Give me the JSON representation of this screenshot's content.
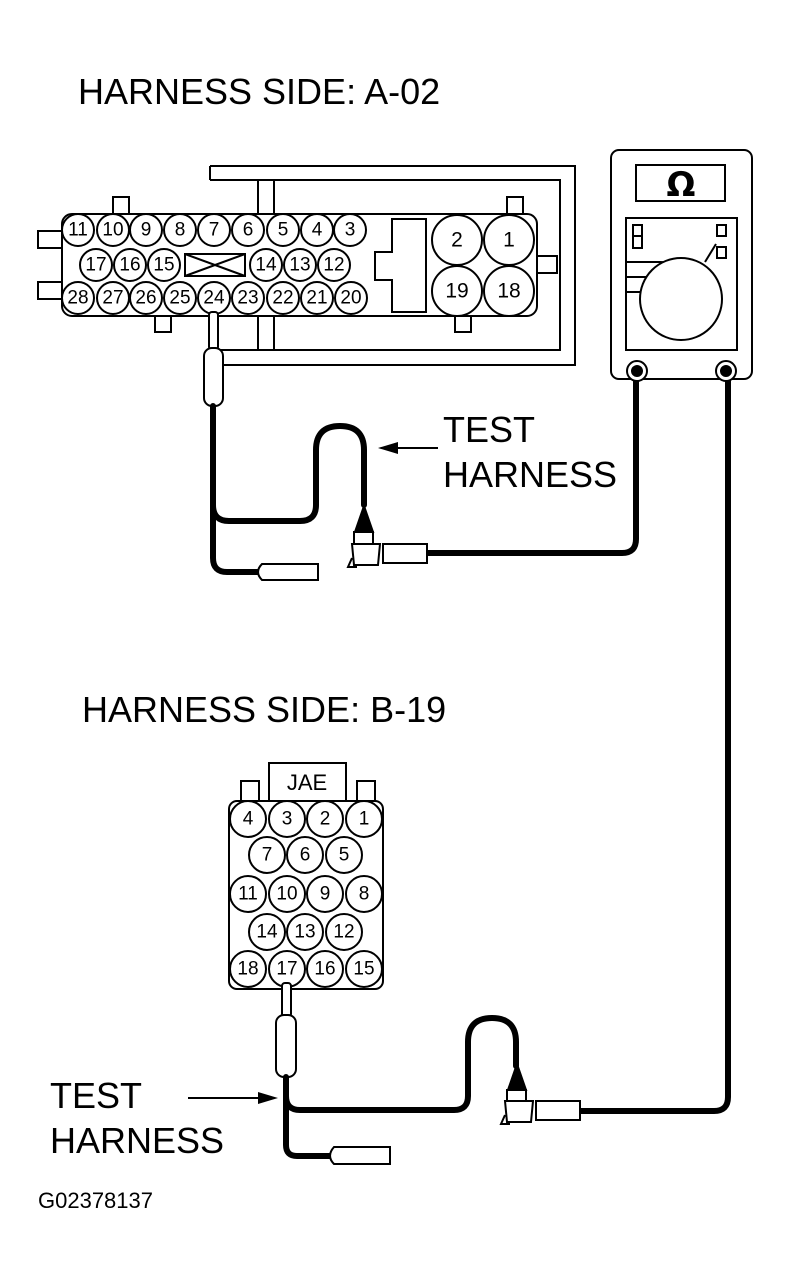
{
  "connector_a": {
    "title": "HARNESS SIDE: A-02",
    "row1_pins": [
      "11",
      "10",
      "9",
      "8",
      "7",
      "6",
      "5",
      "4",
      "3"
    ],
    "row2_pins": [
      "17",
      "16",
      "15",
      "14",
      "13",
      "12"
    ],
    "row3_pins": [
      "28",
      "27",
      "26",
      "25",
      "24",
      "23",
      "22",
      "21",
      "20"
    ],
    "large_pins_top": [
      "2",
      "1"
    ],
    "large_pins_bottom": [
      "19",
      "18"
    ]
  },
  "connector_b": {
    "title": "HARNESS SIDE: B-19",
    "maker_label": "JAE",
    "row1_pins": [
      "4",
      "3",
      "2",
      "1"
    ],
    "row2_pins": [
      "7",
      "6",
      "5"
    ],
    "row3_pins": [
      "11",
      "10",
      "9",
      "8"
    ],
    "row4_pins": [
      "14",
      "13",
      "12"
    ],
    "row5_pins": [
      "18",
      "17",
      "16",
      "15"
    ]
  },
  "ohmmeter": {
    "symbol": "Ω"
  },
  "test_harness_top": {
    "line1": "TEST",
    "line2": "HARNESS"
  },
  "test_harness_bottom": {
    "line1": "TEST",
    "line2": "HARNESS"
  },
  "figure_id": "G02378137"
}
